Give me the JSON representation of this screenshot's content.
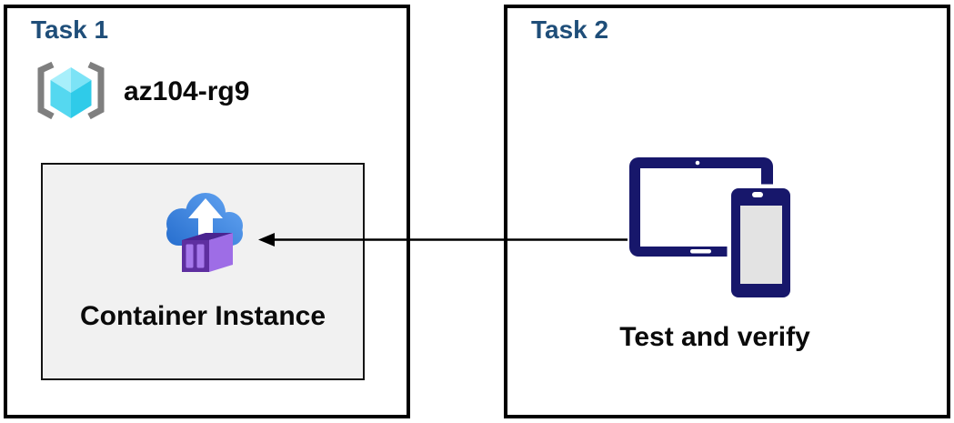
{
  "diagram": {
    "task1": {
      "title": "Task 1",
      "resource_group_name": "az104-rg9",
      "container_label": "Container Instance"
    },
    "task2": {
      "title": "Task 2",
      "label": "Test and verify"
    },
    "arrow": {
      "direction": "from task2 devices to task1 container instance",
      "color": "#000000"
    },
    "icons": {
      "resource_group": "resource-group-icon",
      "container_instance": "container-instance-icon",
      "devices": "devices-icon"
    },
    "colors": {
      "task_title": "#1F4E79",
      "box_border": "#000000",
      "inner_box_bg": "#F1F1F1",
      "inner_box_border": "#141414",
      "device_navy": "#17176B",
      "device_screen_gray": "#E3E3E3",
      "bracket_gray": "#7F7F7F",
      "cube_top_left": "#A8EFFB",
      "cube_top_right": "#7CE3F6",
      "cube_left": "#55D8F0",
      "cube_right": "#2FCBE9",
      "cloud_light": "#5EA0EF",
      "cloud_dark": "#2A71D0",
      "container_front": "#5E2FA0",
      "container_panel": "#A678EC",
      "container_side": "#9E6DE6",
      "container_top": "#4A2490",
      "label_text": "#0a0a0a"
    }
  }
}
